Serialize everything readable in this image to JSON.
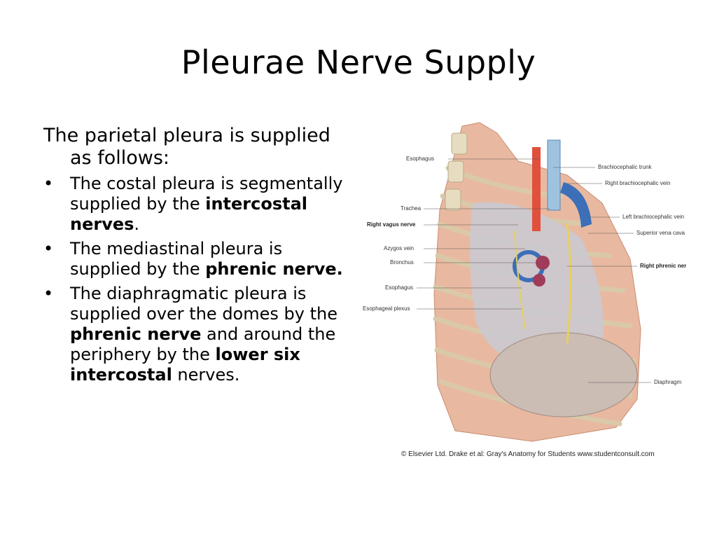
{
  "slide": {
    "title": "Pleurae Nerve Supply",
    "intro": "The parietal pleura is supplied as follows:",
    "bullets": [
      {
        "pre": "The costal pleura is segmentally supplied by the ",
        "bold": "intercostal nerves",
        "post": "."
      },
      {
        "pre": "The mediastinal pleura is supplied by the ",
        "bold": "phrenic nerve.",
        "post": ""
      },
      {
        "pre": "The diaphragmatic pleura is supplied over the domes by the ",
        "bold": "phrenic nerve",
        "post": " and around the periphery by the ",
        "bold2": "lower six intercostal",
        "post2": " nerves."
      }
    ],
    "bullet_char": "•"
  },
  "figure": {
    "labels_left": [
      "Esophagus",
      "Trachea",
      "Right vagus nerve",
      "Azygos vein",
      "Bronchus",
      "Esophagus",
      "Esophageal plexus"
    ],
    "labels_right": [
      "Brachiocephalic trunk",
      "Right brachiocephalic vein",
      "Left brachiocephalic vein",
      "Superior vena cava",
      "Right phrenic nerve",
      "Diaphragm"
    ],
    "credit": "© Elsevier Ltd. Drake et al: Gray's Anatomy for Students www.studentconsult.com"
  }
}
